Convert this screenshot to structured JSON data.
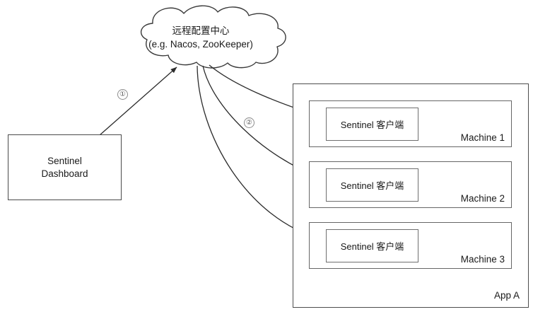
{
  "diagram": {
    "title": "Sentinel Dashboard remote configuration flow",
    "background_color": "#ffffff",
    "stroke_color": "#4d4d4d",
    "text_color": "#1a1a1a"
  },
  "cloud": {
    "name": "remote-config-center",
    "line1": "远程配置中心",
    "line2": "(e.g. Nacos, ZooKeeper)"
  },
  "dashboard": {
    "name": "sentinel-dashboard",
    "line1": "Sentinel",
    "line2": "Dashboard"
  },
  "app": {
    "label": "App A",
    "machines": [
      {
        "label": "Machine 1",
        "client": "Sentinel 客户端"
      },
      {
        "label": "Machine 2",
        "client": "Sentinel 客户端"
      },
      {
        "label": "Machine 3",
        "client": "Sentinel 客户端"
      }
    ]
  },
  "steps": [
    {
      "marker": "①",
      "from": "sentinel-dashboard",
      "to": "remote-config-center"
    },
    {
      "marker": "②",
      "from": "remote-config-center",
      "to": "sentinel-clients"
    }
  ]
}
